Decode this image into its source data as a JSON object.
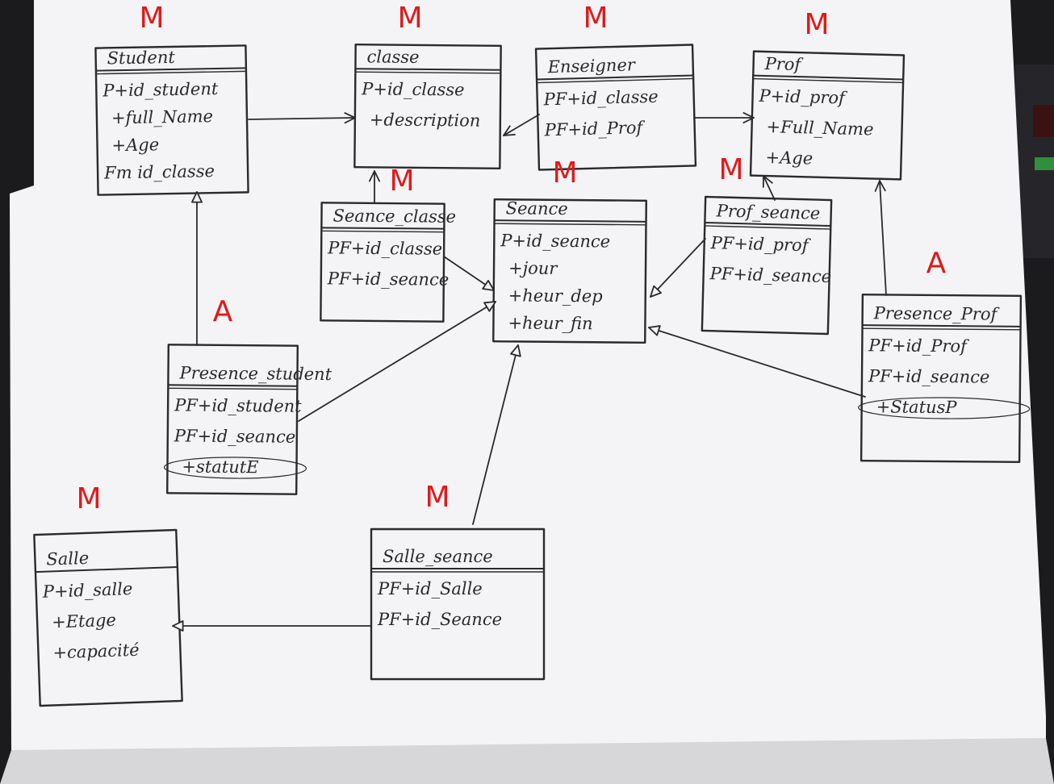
{
  "diagram": {
    "colors": {
      "ink": "#2a2a2a",
      "marker": "#e01a1a",
      "paper": "#f4f4f6",
      "desk": "#1b1b1d"
    },
    "classes": [
      {
        "id": "student",
        "title": "Student",
        "tag": "M",
        "attributes": [
          "P+id_student",
          "+full_Name",
          "+Age",
          "Fm id_classe"
        ]
      },
      {
        "id": "classe",
        "title": "classe",
        "tag": "M",
        "attributes": [
          "P+id_classe",
          "+description"
        ]
      },
      {
        "id": "enseigner",
        "title": "Enseigner",
        "tag": "M",
        "attributes": [
          "PF+id_classe",
          "PF+id_Prof"
        ]
      },
      {
        "id": "prof",
        "title": "Prof",
        "tag": "M",
        "attributes": [
          "P+id_prof",
          "+Full_Name",
          "+Age"
        ]
      },
      {
        "id": "seance_classe",
        "title": "Seance_classe",
        "tag": "M",
        "attributes": [
          "PF+id_classe",
          "PF+id_seance"
        ]
      },
      {
        "id": "seance",
        "title": "Seance",
        "tag": "M",
        "attributes": [
          "P+id_seance",
          "+jour",
          "+heur_dep",
          "+heur_fin"
        ]
      },
      {
        "id": "prof_seance",
        "title": "Prof_seance",
        "tag": "M",
        "attributes": [
          "PF+id_prof",
          "PF+id_seance"
        ]
      },
      {
        "id": "presence_student",
        "title": "Presence_student",
        "tag": "A",
        "attributes": [
          "PF+id_student",
          "PF+id_seance",
          "+statutE"
        ]
      },
      {
        "id": "presence_prof",
        "title": "Presence_Prof",
        "tag": "A",
        "attributes": [
          "PF+id_Prof",
          "PF+id_seance",
          "+StatusP"
        ]
      },
      {
        "id": "salle",
        "title": "Salle",
        "tag": "M",
        "attributes": [
          "P+id_salle",
          "+Etage",
          "+capacité"
        ]
      },
      {
        "id": "salle_seance",
        "title": "Salle_seance",
        "tag": "M",
        "attributes": [
          "PF+id_Salle",
          "PF+id_Seance"
        ]
      }
    ],
    "relations": [
      {
        "from": "student",
        "to": "classe",
        "head": "open"
      },
      {
        "from": "enseigner",
        "to": "classe",
        "head": "open"
      },
      {
        "from": "enseigner",
        "to": "prof",
        "head": "open"
      },
      {
        "from": "seance_classe",
        "to": "classe",
        "head": "open"
      },
      {
        "from": "seance_classe",
        "to": "seance",
        "head": "triangle"
      },
      {
        "from": "prof_seance",
        "to": "prof",
        "head": "open"
      },
      {
        "from": "prof_seance",
        "to": "seance",
        "head": "triangle"
      },
      {
        "from": "presence_student",
        "to": "student",
        "head": "triangle"
      },
      {
        "from": "presence_student",
        "to": "seance",
        "head": "triangle"
      },
      {
        "from": "presence_prof",
        "to": "prof",
        "head": "open"
      },
      {
        "from": "presence_prof",
        "to": "seance",
        "head": "triangle"
      },
      {
        "from": "salle_seance",
        "to": "seance",
        "head": "triangle"
      },
      {
        "from": "salle_seance",
        "to": "salle",
        "head": "triangle"
      }
    ]
  }
}
